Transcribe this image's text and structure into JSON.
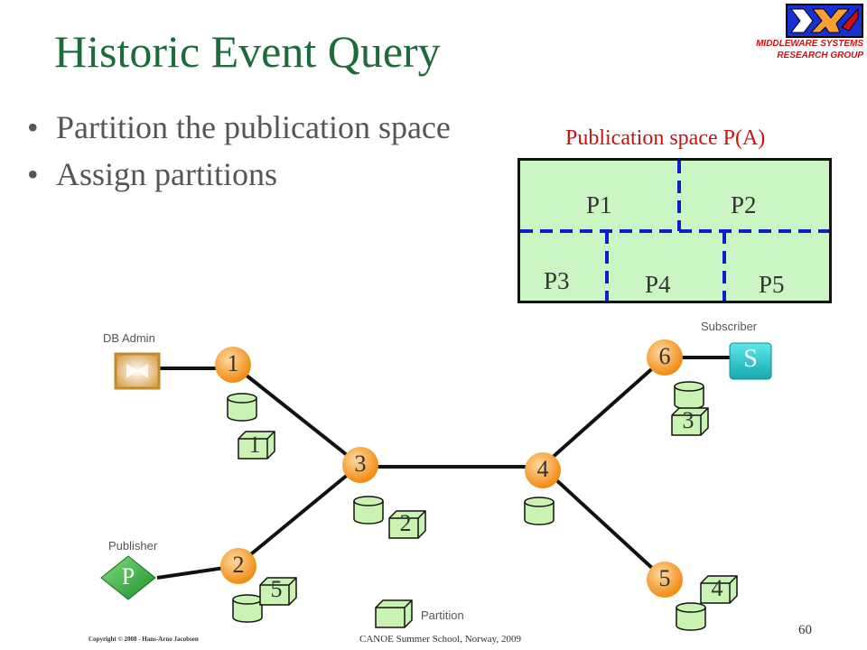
{
  "slide": {
    "title": "Historic Event Query",
    "bullets": [
      "Partition the publication space",
      "Assign partitions"
    ],
    "page_number": "60"
  },
  "logo": {
    "line1": "MIDDLEWARE SYSTEMS",
    "line2": "RESEARCH GROUP"
  },
  "publication_space": {
    "label": "Publication space P(A)",
    "partitions": [
      "P1",
      "P2",
      "P3",
      "P4",
      "P5"
    ]
  },
  "network": {
    "brokers": [
      "1",
      "2",
      "3",
      "4",
      "5",
      "6"
    ],
    "partition_assignments": [
      "1",
      "5",
      "2",
      "3",
      "4"
    ],
    "db_admin_label": "DB Admin",
    "publisher_label": "Publisher",
    "subscriber_label": "Subscriber",
    "publisher_symbol": "P",
    "subscriber_symbol": "S",
    "legend_partition_label": "Partition"
  },
  "footer": {
    "copyright": "Copyright © 2008 - Hans-Arno Jacobsen",
    "venue": "CANOE Summer School, Norway, 2009"
  },
  "colors": {
    "title": "#1d6b3a",
    "accent_red": "#cc1111",
    "broker_orange": "#f5a030",
    "partition_green": "#ccf5c4",
    "divider_blue": "#0b1fcf"
  }
}
